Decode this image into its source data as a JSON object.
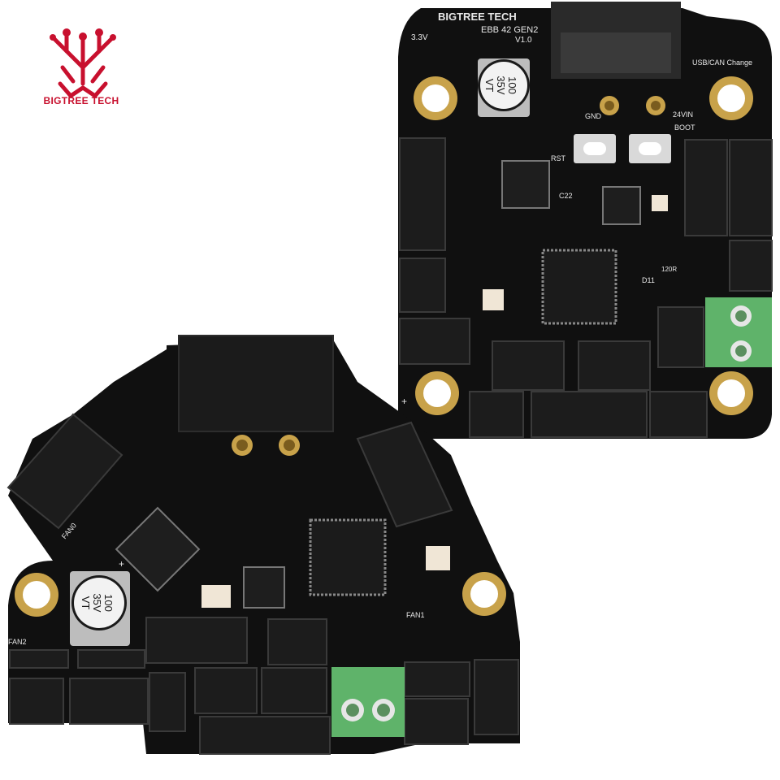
{
  "brand": {
    "name": "BIGTREE TECH",
    "accent_color": "#c8102e"
  },
  "board_top": {
    "brand_text": "BIGTREE TECH",
    "model": "EBB 42 GEN2",
    "version": "V1.0",
    "voltage_3v3": "3.3V",
    "cap_value": "100",
    "cap_voltage": "35V",
    "cap_series": "VT",
    "gnd_label": "GND",
    "vin_label": "24VIN",
    "boot_label": "BOOT",
    "rst_label": "RST",
    "c22_label": "C22",
    "usb_can_label": "USB/CAN Change",
    "d11_label": "D11",
    "r120_label": "120R",
    "plus_label": "+"
  },
  "board_bottom": {
    "fan0_label": "FAN0",
    "fan1_label": "FAN1",
    "fan2_label": "FAN2",
    "cap_value": "100",
    "cap_voltage": "35V",
    "cap_series": "VT",
    "plus_label": "+"
  },
  "colors": {
    "pcb": "#101010",
    "gold": "#c8a24a",
    "terminal_green": "#5fb36a",
    "connector": "#1c1c1c"
  }
}
